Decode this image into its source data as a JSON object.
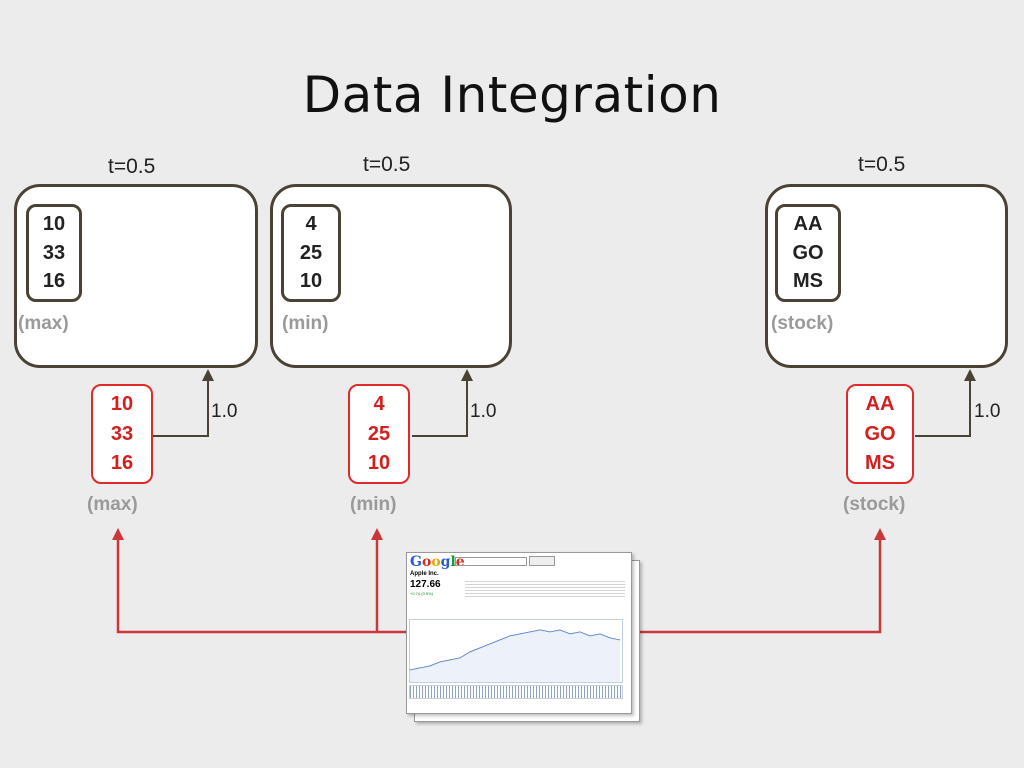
{
  "title": "Data Integration",
  "sources": [
    {
      "t": "t=0.5",
      "values": [
        "10",
        "33",
        "16"
      ],
      "caption": "(max)",
      "weight": "1.0",
      "input_values": [
        "10",
        "33",
        "16"
      ],
      "input_caption": "(max)"
    },
    {
      "t": "t=0.5",
      "values": [
        "4",
        "25",
        "10"
      ],
      "caption": "(min)",
      "weight": "1.0",
      "input_values": [
        "4",
        "25",
        "10"
      ],
      "input_caption": "(min)"
    },
    {
      "t": "t=0.5",
      "values": [
        "AA",
        "GO",
        "MS"
      ],
      "caption": "(stock)",
      "weight": "1.0",
      "input_values": [
        "AA",
        "GO",
        "MS"
      ],
      "input_caption": "(stock)"
    }
  ],
  "screenshot": {
    "logo": "Google",
    "company": "Apple Inc.",
    "price": "127.66",
    "change": "+0.74 (0.5%)"
  },
  "colors": {
    "box_border": "#4a4334",
    "input_border": "#e02a2a",
    "input_text": "#d41f1f",
    "arrow_red": "#c9373b",
    "arrow_dark": "#4a4334",
    "caption": "#9a9a9a"
  }
}
